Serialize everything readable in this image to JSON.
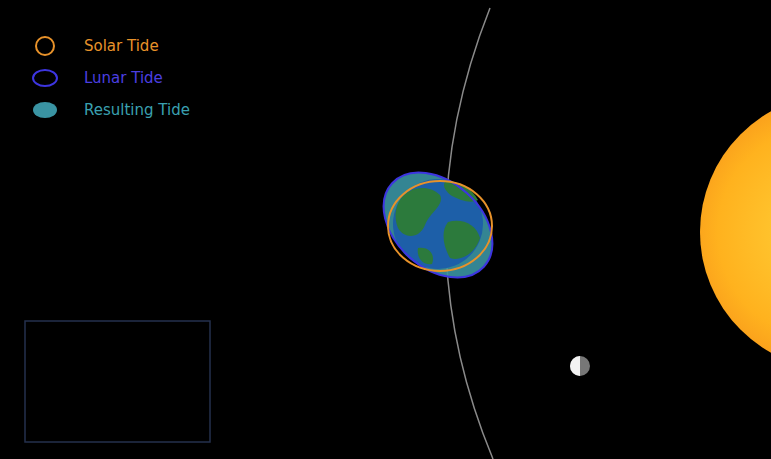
{
  "diagram": {
    "legend": [
      {
        "text": "Solar Tide"
      },
      {
        "text": "Lunar Tide"
      },
      {
        "text": "Resulting Tide",
        "color": "#3a94a3"
      }
    ]
  }
}
